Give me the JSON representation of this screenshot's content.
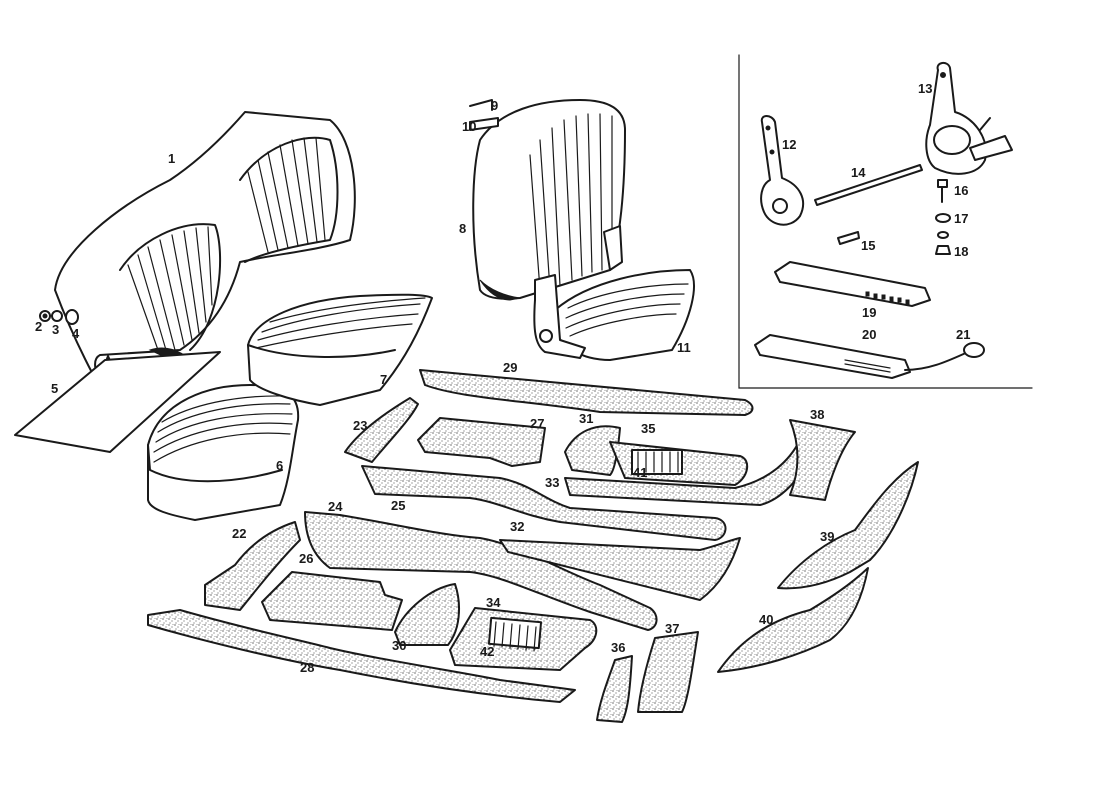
{
  "diagram": {
    "callouts": [
      "1",
      "2",
      "3",
      "4",
      "5",
      "6",
      "7",
      "8",
      "9",
      "10",
      "11",
      "12",
      "13",
      "14",
      "15",
      "16",
      "17",
      "18",
      "19",
      "20",
      "21",
      "22",
      "23",
      "24",
      "25",
      "26",
      "27",
      "28",
      "29",
      "30",
      "31",
      "32",
      "33",
      "34",
      "35",
      "36",
      "37",
      "38",
      "39",
      "40",
      "41",
      "42"
    ]
  }
}
